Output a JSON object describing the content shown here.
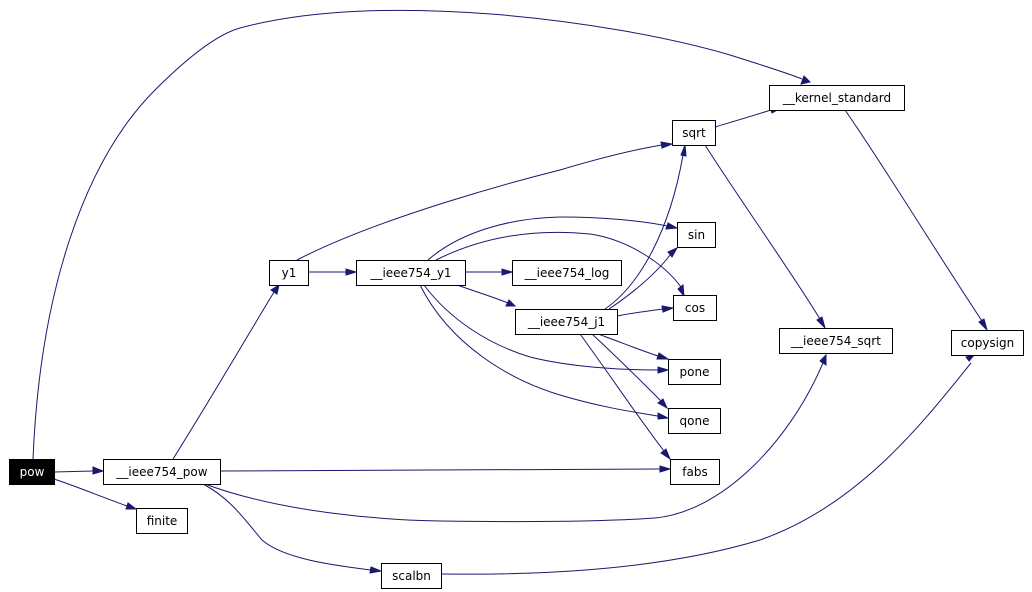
{
  "graph": {
    "type": "call-graph",
    "nodes": [
      {
        "id": "pow",
        "label": "pow",
        "root": true
      },
      {
        "id": "ieee754_pow",
        "label": "__ieee754_pow"
      },
      {
        "id": "finite",
        "label": "finite"
      },
      {
        "id": "y1",
        "label": "y1"
      },
      {
        "id": "ieee754_y1",
        "label": "__ieee754_y1"
      },
      {
        "id": "ieee754_log",
        "label": "__ieee754_log"
      },
      {
        "id": "ieee754_j1",
        "label": "__ieee754_j1"
      },
      {
        "id": "sqrt",
        "label": "sqrt"
      },
      {
        "id": "kernel_standard",
        "label": "__kernel_standard"
      },
      {
        "id": "sin",
        "label": "sin"
      },
      {
        "id": "cos",
        "label": "cos"
      },
      {
        "id": "pone",
        "label": "pone"
      },
      {
        "id": "qone",
        "label": "qone"
      },
      {
        "id": "fabs",
        "label": "fabs"
      },
      {
        "id": "ieee754_sqrt",
        "label": "__ieee754_sqrt"
      },
      {
        "id": "copysign",
        "label": "copysign"
      },
      {
        "id": "scalbn",
        "label": "scalbn"
      }
    ],
    "edges": [
      {
        "from": "pow",
        "to": "kernel_standard"
      },
      {
        "from": "pow",
        "to": "ieee754_pow"
      },
      {
        "from": "pow",
        "to": "finite"
      },
      {
        "from": "ieee754_pow",
        "to": "y1"
      },
      {
        "from": "ieee754_pow",
        "to": "fabs"
      },
      {
        "from": "ieee754_pow",
        "to": "ieee754_sqrt"
      },
      {
        "from": "ieee754_pow",
        "to": "scalbn"
      },
      {
        "from": "y1",
        "to": "sqrt"
      },
      {
        "from": "y1",
        "to": "ieee754_y1"
      },
      {
        "from": "ieee754_y1",
        "to": "ieee754_log"
      },
      {
        "from": "ieee754_y1",
        "to": "ieee754_j1"
      },
      {
        "from": "ieee754_y1",
        "to": "sin"
      },
      {
        "from": "ieee754_y1",
        "to": "cos"
      },
      {
        "from": "ieee754_y1",
        "to": "pone"
      },
      {
        "from": "ieee754_y1",
        "to": "qone"
      },
      {
        "from": "ieee754_j1",
        "to": "sqrt"
      },
      {
        "from": "ieee754_j1",
        "to": "sin"
      },
      {
        "from": "ieee754_j1",
        "to": "cos"
      },
      {
        "from": "ieee754_j1",
        "to": "pone"
      },
      {
        "from": "ieee754_j1",
        "to": "qone"
      },
      {
        "from": "ieee754_j1",
        "to": "fabs"
      },
      {
        "from": "sqrt",
        "to": "kernel_standard"
      },
      {
        "from": "sqrt",
        "to": "ieee754_sqrt"
      },
      {
        "from": "kernel_standard",
        "to": "copysign"
      },
      {
        "from": "scalbn",
        "to": "copysign"
      }
    ]
  },
  "colors": {
    "edge": "#191970",
    "node_border": "#000000",
    "root_fill": "#000000",
    "root_text": "#ffffff",
    "background": "#ffffff"
  }
}
